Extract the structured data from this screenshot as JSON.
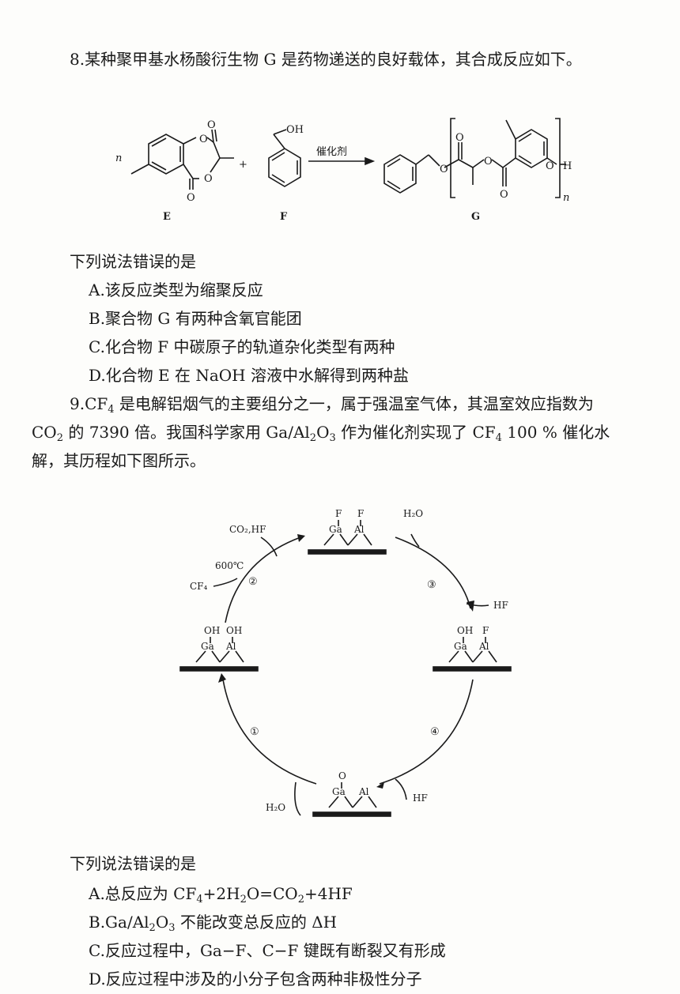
{
  "q8": {
    "title": "8.某种聚甲基水杨酸衍生物 G 是药物递送的良好载体，其合成反应如下。",
    "scheme": {
      "n_left": "n",
      "n_right": "n",
      "catalyst": "催化剂",
      "plus": "+",
      "label_E": "E",
      "label_F": "F",
      "label_G": "G",
      "oh": "OH",
      "h_end": "H"
    },
    "stem": "下列说法错误的是",
    "options": {
      "A": "A.该反应类型为缩聚反应",
      "B": "B.聚合物 G 有两种含氧官能团",
      "C": "C.化合物 F 中碳原子的轨道杂化类型有两种",
      "D": "D.化合物 E 在 NaOH 溶液中水解得到两种盐"
    }
  },
  "q9": {
    "line1_a": "9.CF",
    "line1_b": "4",
    "line1_c": " 是电解铝烟气的主要组分之一，属于强温室气体，其温室效应指数为",
    "line2_a": "CO",
    "line2_b": "2",
    "line2_c": " 的 7390 倍。我国科学家用 Ga/Al",
    "line2_d": "2",
    "line2_e": "O",
    "line2_f": "3",
    "line2_g": " 作为催化剂实现了 CF",
    "line2_h": "4",
    "line2_i": " 100 % 催化水",
    "line3": "解，其历程如下图所示。",
    "cycle": {
      "step1": "①",
      "step2": "②",
      "step3": "③",
      "step4": "④",
      "temp": "600℃",
      "co2_hf": "CO₂,HF",
      "cf4": "CF₄",
      "h2o_top": "H₂O",
      "h2o_bottom": "H₂O",
      "hf_right": "HF",
      "hf_bottom": "HF",
      "ga": "Ga",
      "al": "Al",
      "o": "O",
      "f": "F",
      "oh": "OH"
    },
    "stem": "下列说法错误的是",
    "optA_a": "A.总反应为 CF",
    "optA_b": "4",
    "optA_c": "+2H",
    "optA_d": "2",
    "optA_e": "O=CO",
    "optA_f": "2",
    "optA_g": "+4HF",
    "optB_a": "B.Ga/Al",
    "optB_b": "2",
    "optB_c": "O",
    "optB_d": "3",
    "optB_e": " 不能改变总反应的 ΔH",
    "optC": "C.反应过程中，Ga−F、C−F 键既有断裂又有形成",
    "optD": "D.反应过程中涉及的小分子包含两种非极性分子"
  }
}
